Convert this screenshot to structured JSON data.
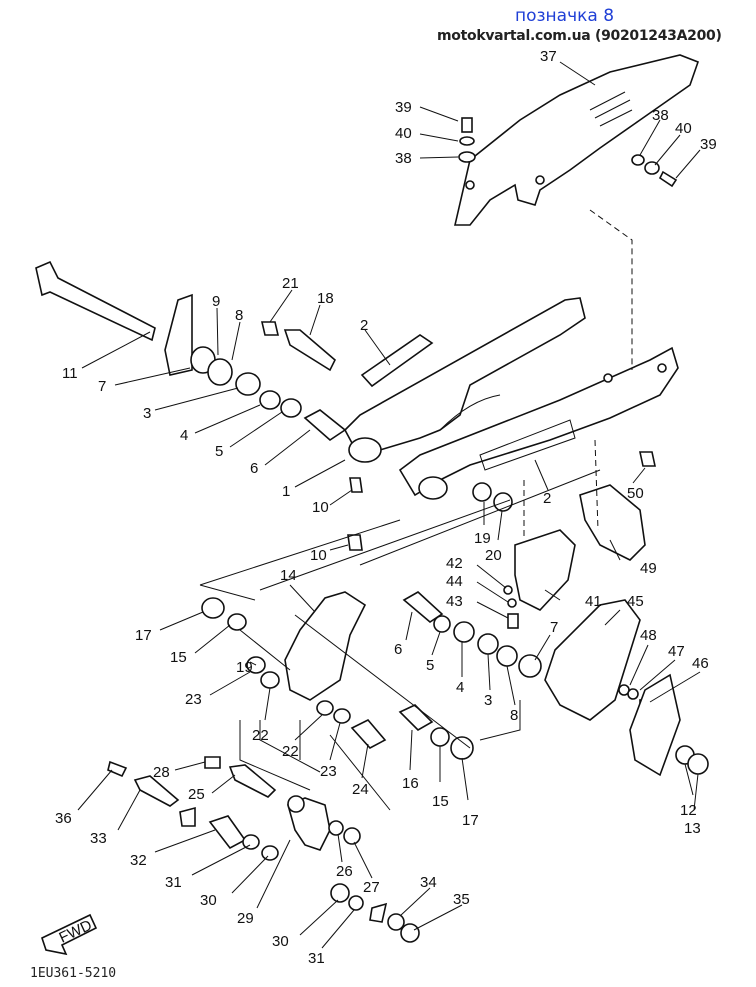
{
  "header": {
    "title": "позначка 8",
    "site": "motokvartal.com.ua (90201243A200)"
  },
  "diagram_code": "1EU361-5210",
  "fwd_mark": "FWD",
  "callouts": [
    {
      "id": "c39a",
      "text": "39"
    },
    {
      "id": "c40a",
      "text": "40"
    },
    {
      "id": "c38a",
      "text": "38"
    },
    {
      "id": "c37",
      "text": "37"
    },
    {
      "id": "c38b",
      "text": "38"
    },
    {
      "id": "c40b",
      "text": "40"
    },
    {
      "id": "c39b",
      "text": "39"
    },
    {
      "id": "c21",
      "text": "21"
    },
    {
      "id": "c18",
      "text": "18"
    },
    {
      "id": "c9",
      "text": "9"
    },
    {
      "id": "c8a",
      "text": "8"
    },
    {
      "id": "c2a",
      "text": "2"
    },
    {
      "id": "c11",
      "text": "11"
    },
    {
      "id": "c7a",
      "text": "7"
    },
    {
      "id": "c3a",
      "text": "3"
    },
    {
      "id": "c4a",
      "text": "4"
    },
    {
      "id": "c5a",
      "text": "5"
    },
    {
      "id": "c6a",
      "text": "6"
    },
    {
      "id": "c1",
      "text": "1"
    },
    {
      "id": "c10a",
      "text": "10"
    },
    {
      "id": "c50",
      "text": "50"
    },
    {
      "id": "c19",
      "text": "19"
    },
    {
      "id": "c2b",
      "text": "2"
    },
    {
      "id": "c20",
      "text": "20"
    },
    {
      "id": "c10b",
      "text": "10"
    },
    {
      "id": "c49",
      "text": "49"
    },
    {
      "id": "c42",
      "text": "42"
    },
    {
      "id": "c44",
      "text": "44"
    },
    {
      "id": "c43",
      "text": "43"
    },
    {
      "id": "c41",
      "text": "41"
    },
    {
      "id": "c14",
      "text": "14"
    },
    {
      "id": "c45",
      "text": "45"
    },
    {
      "id": "c17a",
      "text": "17"
    },
    {
      "id": "c15a",
      "text": "15"
    },
    {
      "id": "c6b",
      "text": "6"
    },
    {
      "id": "c7b",
      "text": "7"
    },
    {
      "id": "c48",
      "text": "48"
    },
    {
      "id": "c47",
      "text": "47"
    },
    {
      "id": "c46",
      "text": "46"
    },
    {
      "id": "c19b",
      "text": "19"
    },
    {
      "id": "c5b",
      "text": "5"
    },
    {
      "id": "c4b",
      "text": "4"
    },
    {
      "id": "c3b",
      "text": "3"
    },
    {
      "id": "c8b",
      "text": "8"
    },
    {
      "id": "c23a",
      "text": "23"
    },
    {
      "id": "c22a",
      "text": "22"
    },
    {
      "id": "c22b",
      "text": "22"
    },
    {
      "id": "c23b",
      "text": "23"
    },
    {
      "id": "c24",
      "text": "24"
    },
    {
      "id": "c16",
      "text": "16"
    },
    {
      "id": "c15b",
      "text": "15"
    },
    {
      "id": "c17b",
      "text": "17"
    },
    {
      "id": "c12",
      "text": "12"
    },
    {
      "id": "c13",
      "text": "13"
    },
    {
      "id": "c28",
      "text": "28"
    },
    {
      "id": "c25",
      "text": "25"
    },
    {
      "id": "c36",
      "text": "36"
    },
    {
      "id": "c33",
      "text": "33"
    },
    {
      "id": "c32",
      "text": "32"
    },
    {
      "id": "c26",
      "text": "26"
    },
    {
      "id": "c27",
      "text": "27"
    },
    {
      "id": "c31a",
      "text": "31"
    },
    {
      "id": "c30a",
      "text": "30"
    },
    {
      "id": "c29",
      "text": "29"
    },
    {
      "id": "c34",
      "text": "34"
    },
    {
      "id": "c35",
      "text": "35"
    },
    {
      "id": "c30b",
      "text": "30"
    },
    {
      "id": "c31b",
      "text": "31"
    }
  ]
}
